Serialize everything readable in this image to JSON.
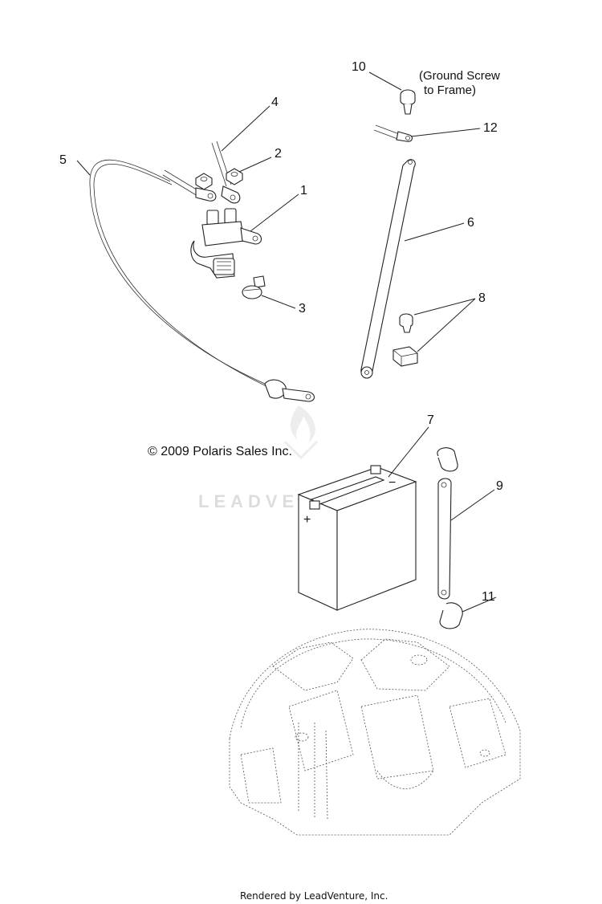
{
  "callouts": {
    "c1": "1",
    "c2": "2",
    "c3": "3",
    "c4": "4",
    "c5": "5",
    "c6": "6",
    "c7": "7",
    "c8": "8",
    "c9": "9",
    "c10": "10",
    "c11": "11",
    "c12": "12"
  },
  "note": {
    "line1": "(Ground Screw",
    "line2": "to Frame)"
  },
  "copyright": "© 2009 Polaris Sales Inc.",
  "watermark": "LEADVENTURE",
  "footer": "Rendered by LeadVenture, Inc.",
  "battery_terminals": {
    "plus": "+",
    "minus": "−"
  }
}
